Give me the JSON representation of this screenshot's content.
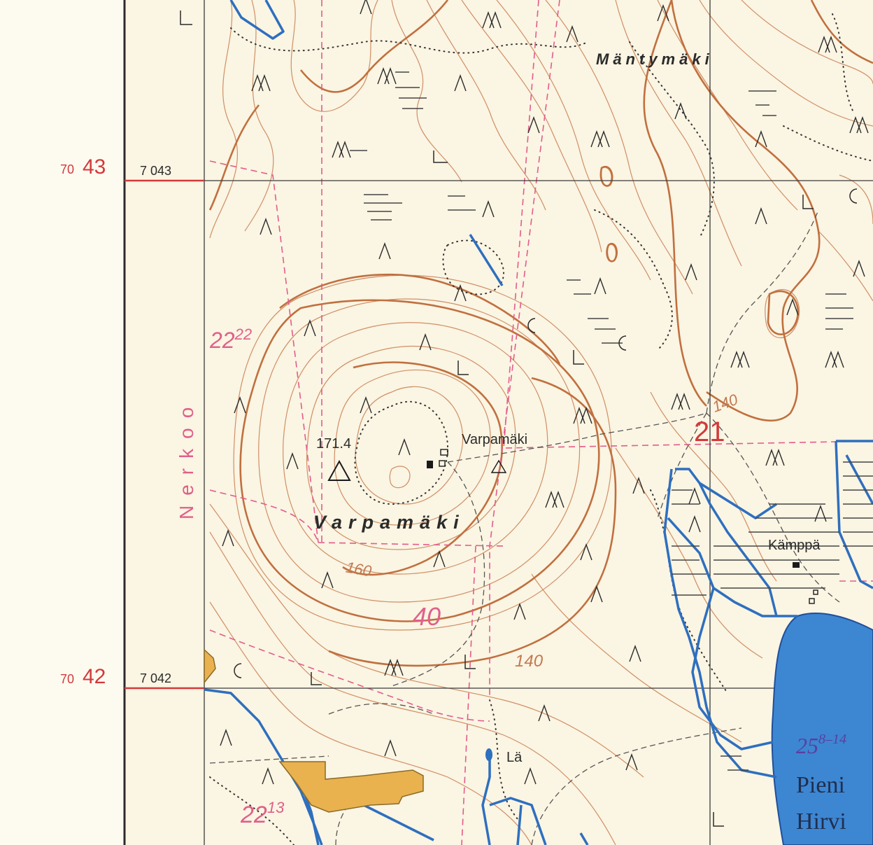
{
  "margin": {
    "northing_top": {
      "prefix": "70",
      "major": "43",
      "full": "7 043"
    },
    "northing_bottom": {
      "prefix": "70",
      "major": "42",
      "full": "7 042"
    },
    "side_name": "Nerkoo"
  },
  "places": {
    "mantymaki": "Mäntymäki",
    "varpamaki_big": "Varpamäki",
    "varpamaki_small": "Varpamäki",
    "kamppa": "Kämppä",
    "la": "Lä",
    "pieni": "Pieni",
    "hirvi": "Hirvi"
  },
  "heights": {
    "summit": "171.4",
    "contour_160": "160",
    "contour_140_a": "140",
    "contour_140_b": "140",
    "contour_40": "40"
  },
  "pink_labels": {
    "a": "22",
    "a_sup": "22",
    "b": "22",
    "b_sup": "13"
  },
  "lake_label": {
    "main": "25",
    "sup": "8–14"
  },
  "grid_label_21": "21",
  "colors": {
    "paper": "#fdfaf0",
    "contour": "#c9845a",
    "index_contour": "#c0703f",
    "water": "#3d86d2",
    "stream": "#2e6fbf",
    "field": "#e9b24f",
    "pink": "#e0608a",
    "red": "#d23a3a",
    "grid": "#2b2b2b"
  },
  "legend_symbols": [
    "conifer-tree-symbol",
    "marsh-hatch-symbol",
    "building-symbol",
    "triangulation-point-icon"
  ]
}
